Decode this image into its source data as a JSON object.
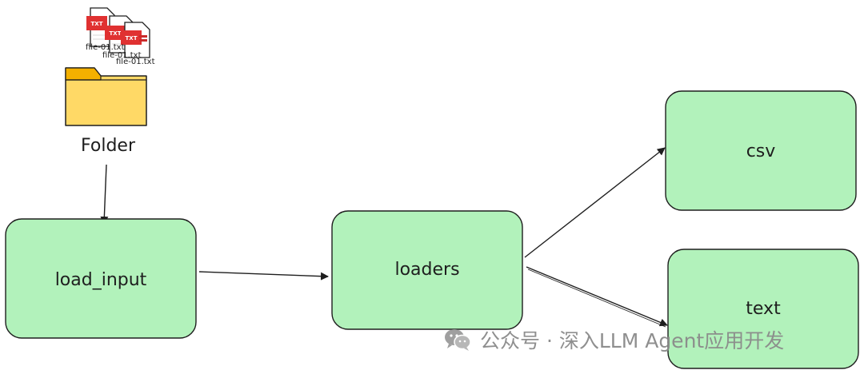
{
  "folder": {
    "label": "Folder",
    "files": [
      "file-01.txt",
      "file-01.txt",
      "file-01.txt"
    ],
    "badge": "TXT",
    "icon": "folder-icon"
  },
  "nodes": {
    "load_input": "load_input",
    "loaders": "loaders",
    "csv": "csv",
    "text": "text"
  },
  "colors": {
    "node_fill": "#b2f2bb",
    "node_stroke": "#1e1e1e",
    "folder_fill": "#ffd966",
    "folder_tab": "#f4b000",
    "badge_red": "#e03131",
    "arrow": "#1e1e1e"
  },
  "watermark": {
    "text": "公众号 · 深入LLM Agent应用开发",
    "icon": "wechat-icon"
  }
}
